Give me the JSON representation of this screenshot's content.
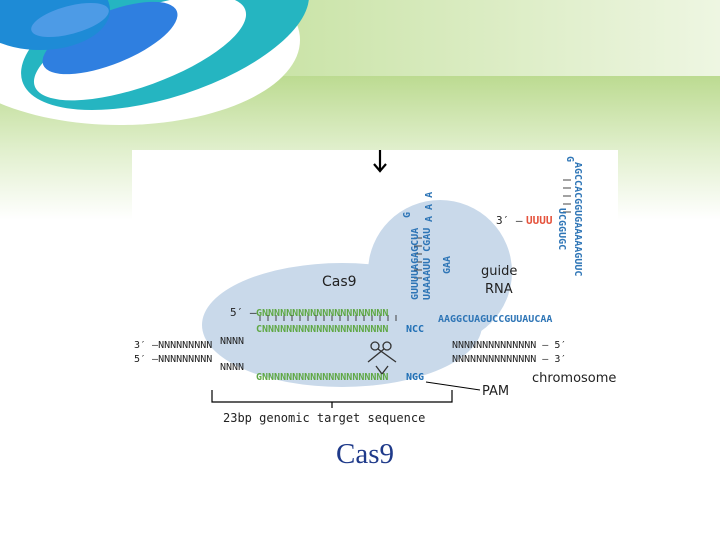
{
  "caption": "Cas9",
  "figure": {
    "protein_label": "Cas9",
    "guide_label_1": "guide",
    "guide_label_2": "RNA",
    "pam_label": "PAM",
    "chromosome_label": "chromosome",
    "target_label": "23bp genomic target sequence",
    "prime_3_top": "3′ –",
    "prime_5_grna": "5′ –",
    "strand_top_left": "3′ –NNNNNNNNN",
    "strand_bottom_left": "5′ –NNNNNNNNN",
    "strand_top_right": "NNNNNNNNNNNNNN – 5′",
    "strand_bottom_right": "NNNNNNNNNNNNNN – 3′",
    "grna_spacer": "GNNNNNNNNNNNNNNNNNNNNN",
    "target_top": "CNNNNNNNNNNNNNNNNNNNNN",
    "target_top_pam": "NCC",
    "target_bottom": "GNNNNNNNNNNNNNNNNNNNNN",
    "target_bottom_pam": "NGG",
    "grna_tail": "AAGGCUAGUCCGUUAUCAA",
    "loop_stem_1": "GUUUUAGAGCUA",
    "loop_stem_2": "UAAAAUU CGAU",
    "loop_tip": "GAA",
    "loop_g": "G",
    "loop_a": "A A A",
    "hairpin_left": "UUUU",
    "hairpin_strand_1": "UCGGUGC",
    "hairpin_strand_2": "AGCCACGGUGAAAAAGUUC",
    "hairpin_g": "G",
    "colors": {
      "protein": "#c9d9ea",
      "grna": "#2e75b6",
      "target": "#5fa845",
      "pam": "#1f6fb5",
      "tail_red": "#e5533d",
      "caption": "#1f3a8a"
    }
  }
}
